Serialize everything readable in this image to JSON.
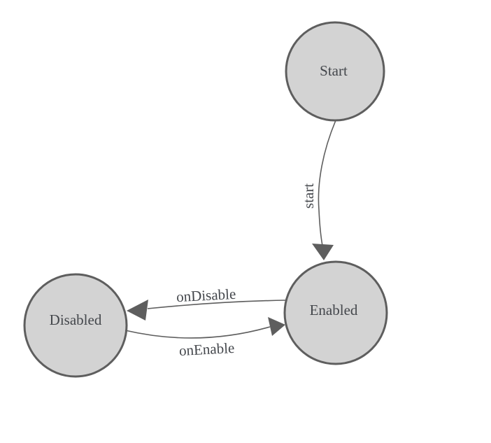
{
  "diagram": {
    "type": "state-machine",
    "colors": {
      "background": "#ffffff",
      "node_fill": "#d3d3d3",
      "node_stroke": "#5e5e5e",
      "edge_color": "#5e5e5e",
      "label_color": "#44474c"
    },
    "nodes": [
      {
        "id": "start",
        "label": "Start"
      },
      {
        "id": "enabled",
        "label": "Enabled"
      },
      {
        "id": "disabled",
        "label": "Disabled"
      }
    ],
    "edges": [
      {
        "id": "start-to-enabled",
        "label": "start",
        "from": "start",
        "to": "enabled"
      },
      {
        "id": "enabled-to-disabled",
        "label": "onDisable",
        "from": "enabled",
        "to": "disabled"
      },
      {
        "id": "disabled-to-enabled",
        "label": "onEnable",
        "from": "disabled",
        "to": "enabled"
      }
    ]
  }
}
